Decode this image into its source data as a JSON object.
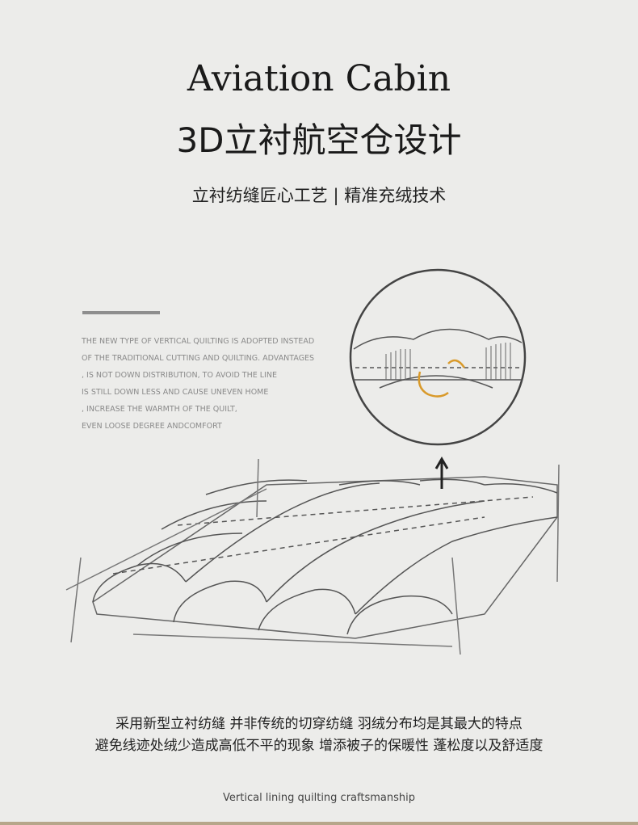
{
  "title_en": "Aviation Cabin",
  "title_cn": "3D立衬航空仓设计",
  "subtitle": "立衬纺缝匠心工艺 | 精准充绒技术",
  "description_en": [
    "THE NEW TYPE OF VERTICAL QUILTING IS ADOPTED INSTEAD",
    "OF THE TRADITIONAL CUTTING AND QUILTING. ADVANTAGES",
    ", IS NOT DOWN DISTRIBUTION, TO AVOID THE LINE",
    "IS STILL DOWN LESS AND CAUSE UNEVEN HOME",
    ", INCREASE THE WARMTH OF THE QUILT,",
    "EVEN LOOSE DEGREE ANDCOMFORT"
  ],
  "description_cn": [
    "采用新型立衬纺缝 并非传统的切穿纺缝 羽绒分布均是其最大的特点",
    "避免线迹处绒少造成高低不平的现象 增添被子的保暖性 蓬松度以及舒适度"
  ],
  "footer": "Vertical lining quilting craftsmanship",
  "colors": {
    "background": "#ececea",
    "accent_stripe": "#b6a68a",
    "arrow_orange": "#d99a2b"
  }
}
